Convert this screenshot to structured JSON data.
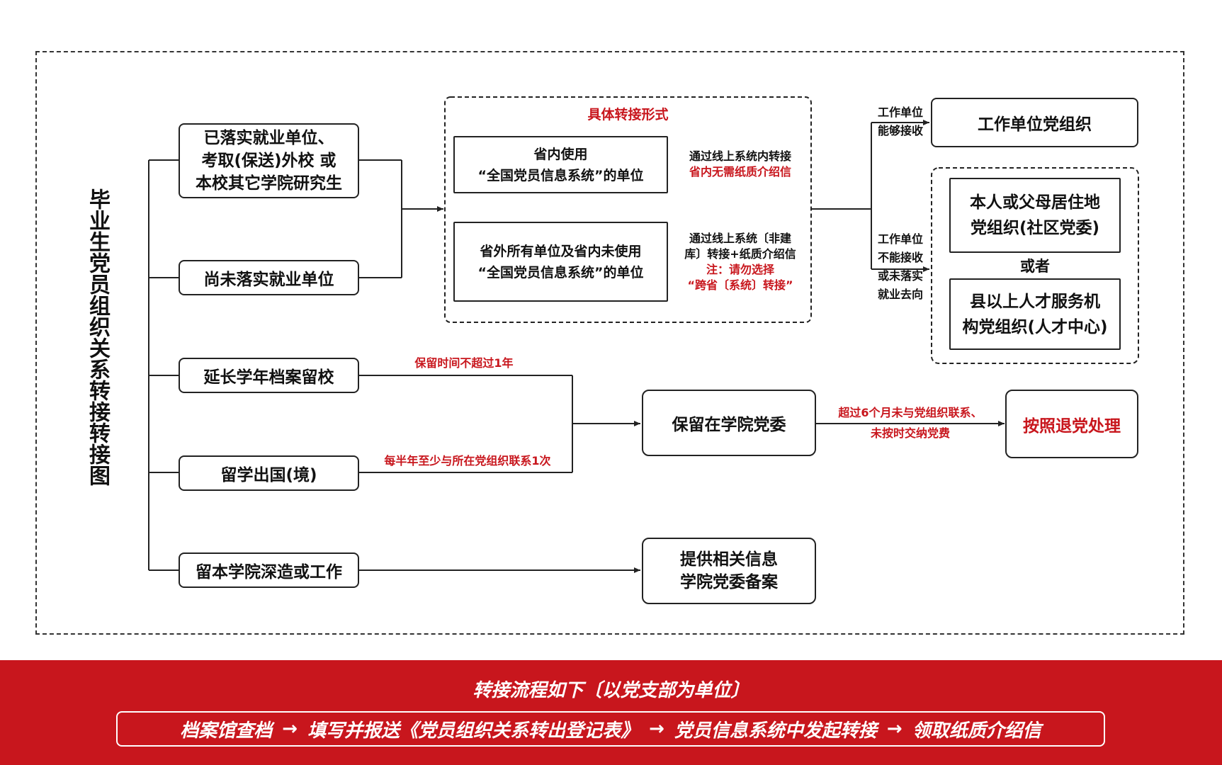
{
  "title": "毕业生党员组织关系转接转接图",
  "left_boxes": {
    "employed": [
      "已落实就业单位、",
      "考取(保送)外校 或",
      "本校其它学院研究生"
    ],
    "unemployed": "尚未落实就业单位",
    "extend": "延长学年档案留校",
    "abroad": "留学出国(境)",
    "stay": "留本学院深造或工作"
  },
  "transfer_form": {
    "title": "具体转接形式",
    "inner_province": [
      "省内使用",
      "“全国党员信息系统”的单位"
    ],
    "inner_note": "通过线上系统内转接",
    "inner_note_red": "省内无需纸质介绍信",
    "outer_province": [
      "省外所有单位及省内未使用",
      "“全国党员信息系统”的单位"
    ],
    "outer_note": [
      "通过线上系统〔非建",
      "库〕转接+纸质介绍信"
    ],
    "outer_note_red": [
      "注：请勿选择",
      "“跨省〔系统〕转接”"
    ]
  },
  "branch_labels": {
    "can_receive": [
      "工作单位",
      "能够接收"
    ],
    "cannot_receive": [
      "工作单位",
      "不能接收"
    ],
    "no_destination": [
      "或未落实",
      "就业去向"
    ]
  },
  "right_boxes": {
    "work_org": "工作单位党组织",
    "residence_org": [
      "本人或父母居住地",
      "党组织(社区党委)"
    ],
    "or": "或者",
    "talent_org": [
      "县以上人才服务机",
      "构党组织(人才中心)"
    ]
  },
  "retain": {
    "label_time": "保留时间不超过1年",
    "label_contact": "每半年至少与所在党组织联系1次",
    "box": "保留在学院党委",
    "label_overdue": [
      "超过6个月未与党组织联系、",
      "未按时交纳党费"
    ],
    "result": "按照退党处理"
  },
  "record": [
    "提供相关信息",
    "学院党委备案"
  ],
  "banner": {
    "title": "转接流程如下〔以党支部为单位〕",
    "steps": [
      "档案馆查档",
      "填写并报送《党员组织关系转出登记表》",
      "党员信息系统中发起转接",
      "领取纸质介绍信"
    ],
    "arrow": "→"
  },
  "colors": {
    "accent_red": "#c8161d",
    "line": "#222222"
  }
}
